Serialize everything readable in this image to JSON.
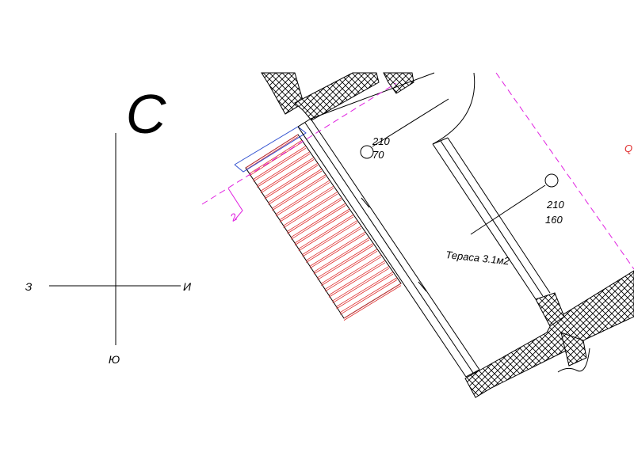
{
  "compass": {
    "north": "С",
    "south": "Ю",
    "west": "З",
    "east": "И"
  },
  "room": {
    "label": "Тераса 3.1м2"
  },
  "fixtures": [
    {
      "num": "210",
      "sub": "70"
    },
    {
      "num": "210",
      "sub": "160"
    }
  ],
  "section_mark": "2",
  "edge_mark": "Q",
  "colors": {
    "lines": "#000000",
    "magenta": "#e020e0",
    "steps": "#e03030",
    "blue": "#3050d0",
    "edge_mark": "#e03030"
  }
}
